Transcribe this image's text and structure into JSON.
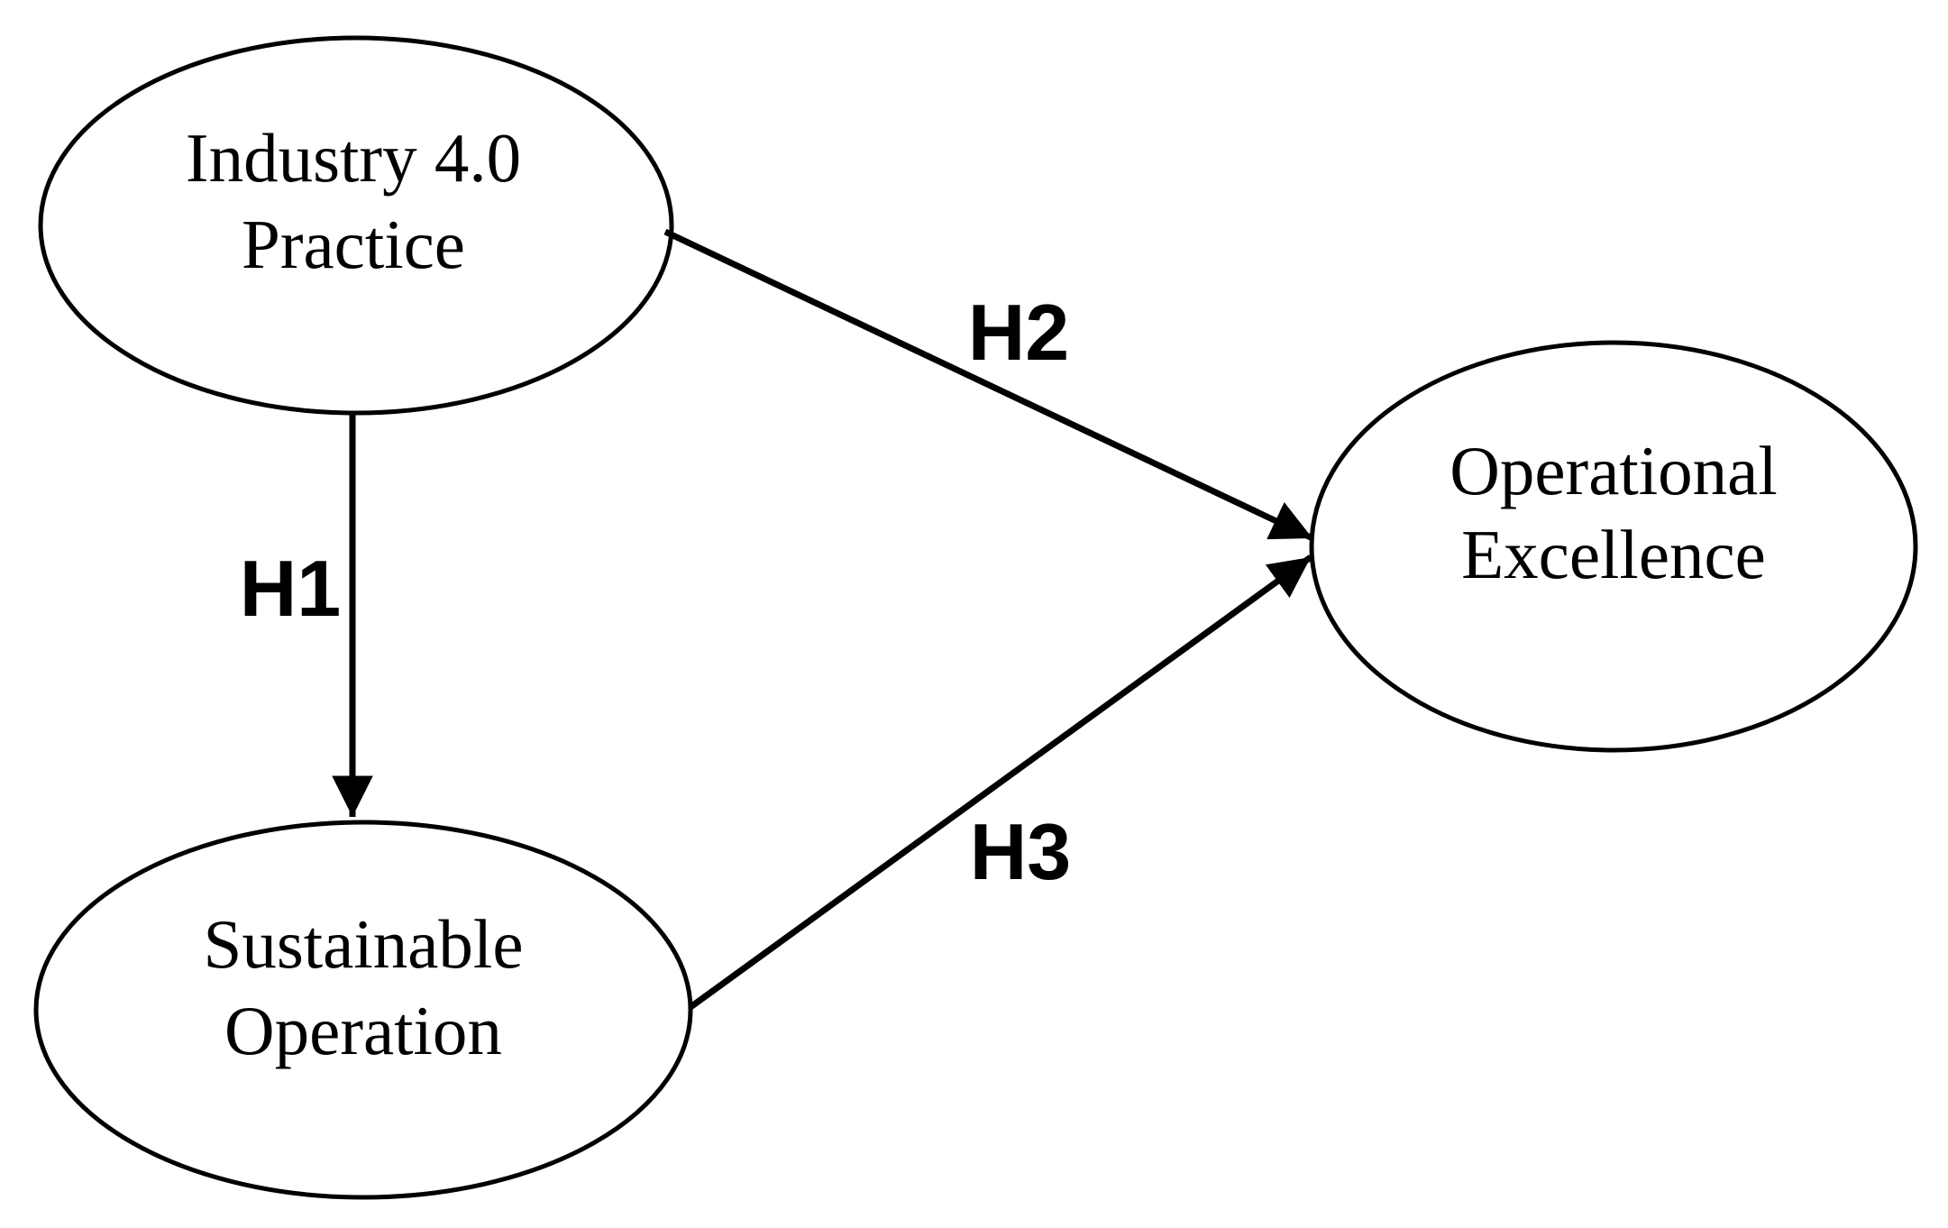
{
  "diagram": {
    "type": "conceptual-model",
    "background": "#ffffff",
    "node_fill": "#ffffff",
    "line_color": "#000000",
    "text_color": "#000000",
    "nodes": [
      {
        "id": "industry-4-0-practice",
        "line1": "Industry 4.0",
        "line2": "Practice"
      },
      {
        "id": "sustainable-operation",
        "line1": "Sustainable",
        "line2": "Operation"
      },
      {
        "id": "operational-excellence",
        "line1": "Operational",
        "line2": "Excellence"
      }
    ],
    "edges": [
      {
        "id": "H1",
        "label": "H1",
        "from": "industry-4-0-practice",
        "to": "sustainable-operation"
      },
      {
        "id": "H2",
        "label": "H2",
        "from": "industry-4-0-practice",
        "to": "operational-excellence"
      },
      {
        "id": "H3",
        "label": "H3",
        "from": "sustainable-operation",
        "to": "operational-excellence"
      }
    ]
  }
}
